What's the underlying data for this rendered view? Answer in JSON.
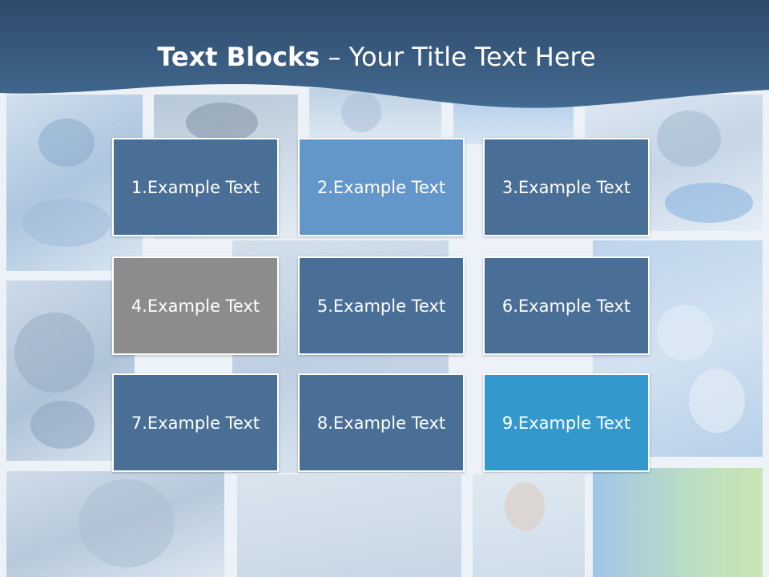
{
  "title": {
    "bold": "Text Blocks",
    "dash": " – ",
    "rest": "Your Title Text Here"
  },
  "colors": {
    "header_dark": "#2d4a6b",
    "header_light": "#3f6488",
    "block_default": "#4a6f96",
    "block_light": "#6497c9",
    "block_gray": "#8c8c8c",
    "block_bright": "#3399cc"
  },
  "blocks": [
    {
      "label": "1.Example Text",
      "color": "#4a6f96"
    },
    {
      "label": "2.Example Text",
      "color": "#6497c9"
    },
    {
      "label": "3.Example Text",
      "color": "#4a6f96"
    },
    {
      "label": "4.Example Text",
      "color": "#8c8c8c"
    },
    {
      "label": "5.Example Text",
      "color": "#4a6f96"
    },
    {
      "label": "6.Example Text",
      "color": "#4a6f96"
    },
    {
      "label": "7.Example Text",
      "color": "#4a6f96"
    },
    {
      "label": "8.Example Text",
      "color": "#4a6f96"
    },
    {
      "label": "9.Example Text",
      "color": "#3399cc"
    }
  ]
}
